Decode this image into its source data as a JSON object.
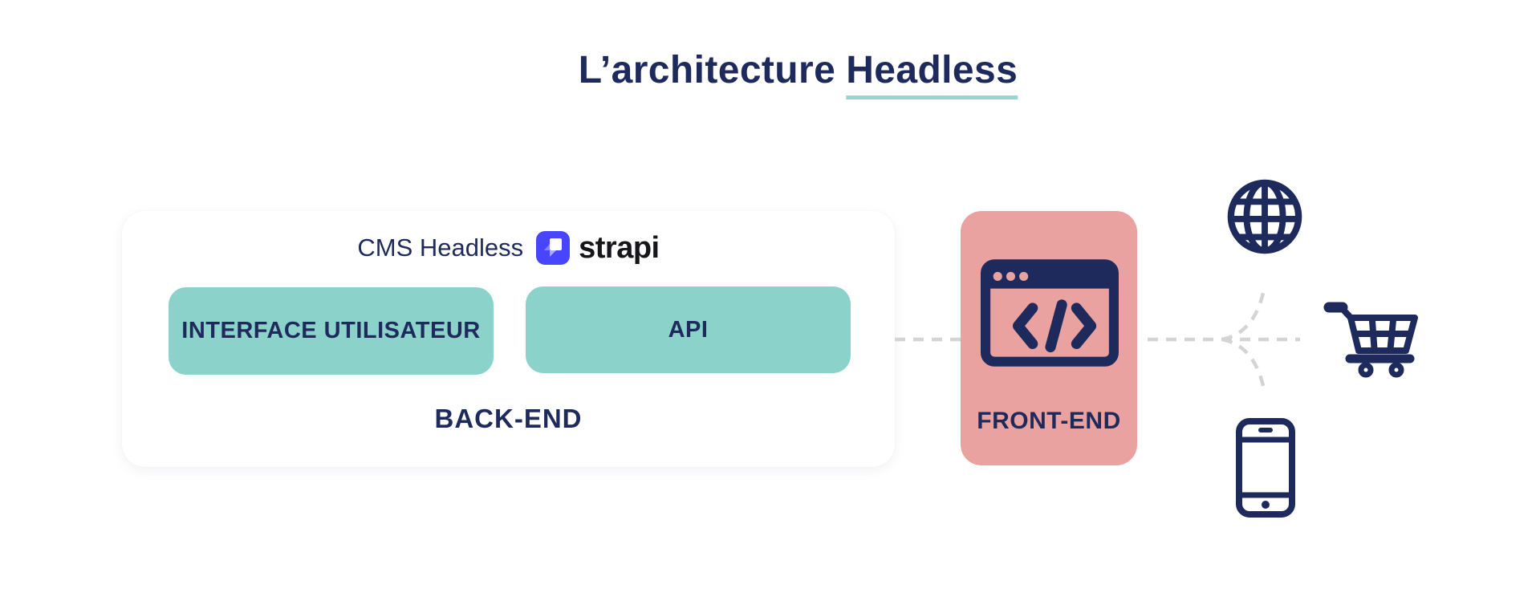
{
  "title": {
    "prefix": "L’architecture",
    "highlight": "Headless"
  },
  "backend": {
    "heading": "CMS Headless",
    "brand": {
      "icon": "strapi-logo-icon",
      "wordmark": "strapi"
    },
    "blocks": [
      {
        "label": "INTERFACE UTILISATEUR"
      },
      {
        "label": "API"
      }
    ],
    "label": "BACK-END"
  },
  "frontend": {
    "icon": "code-browser-icon",
    "label": "FRONT-END"
  },
  "channels": [
    {
      "icon": "globe-icon"
    },
    {
      "icon": "shopping-cart-icon"
    },
    {
      "icon": "mobile-phone-icon"
    }
  ],
  "colors": {
    "navy": "#1f2a5c",
    "teal": "#8bd2ca",
    "underline": "#93d8cf",
    "pink": "#e9a29f",
    "strapi-purple": "#4945ff",
    "wordmark": "#15151a",
    "dash": "#d4d4d4",
    "card": "#ffffff",
    "background": "#ffffff"
  }
}
